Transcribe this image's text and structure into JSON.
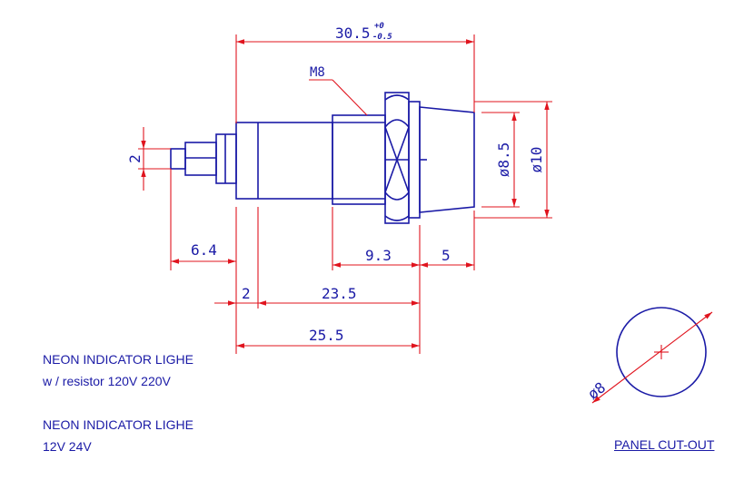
{
  "dimensions": {
    "overall_length": "30.5",
    "tolerance_upper": "+0",
    "tolerance_lower": "-0.5",
    "thread": "M8",
    "terminal_width": "2",
    "terminal_length": "6.4",
    "nut_section": "9.3",
    "bezel_depth": "5",
    "flange_gap": "2",
    "body_length": "23.5",
    "total_body": "25.5",
    "inner_diameter": "ø8.5",
    "outer_diameter": "ø10",
    "cutout_diameter": "ø8"
  },
  "notes": {
    "product_1_line1": "NEON INDICATOR LIGHE",
    "product_1_line2": "w / resistor 120V 220V",
    "product_2_line1": "NEON INDICATOR LIGHE",
    "product_2_line2": "12V 24V",
    "panel_label": "PANEL CUT-OUT"
  },
  "colors": {
    "outline": "#1a1aa6",
    "dimension": "#e0141e"
  }
}
